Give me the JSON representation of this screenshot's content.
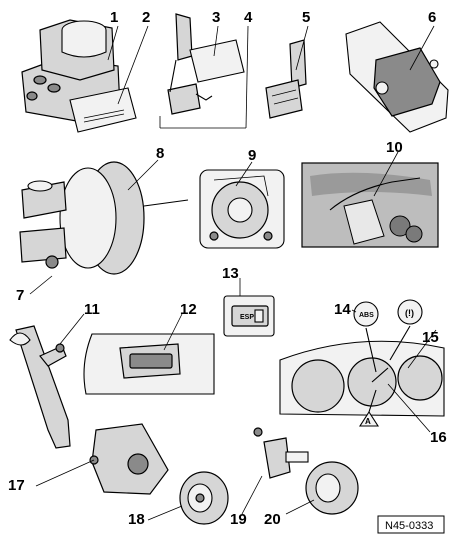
{
  "diagram": {
    "callouts": [
      "1",
      "2",
      "3",
      "4",
      "5",
      "6",
      "7",
      "8",
      "9",
      "10",
      "11",
      "12",
      "13",
      "14",
      "15",
      "16",
      "17",
      "18",
      "19",
      "20"
    ],
    "esp_button_label": "ESP",
    "warning_lamp_abs": "ABS",
    "warning_lamp_brake": "(!)",
    "warning_triangle": "A",
    "reference_code": "N45-0333"
  },
  "colors": {
    "background": "#ffffff",
    "line": "#000000",
    "part_fill": "#d6d6d6",
    "photo_fill": "#bdbdbd"
  }
}
